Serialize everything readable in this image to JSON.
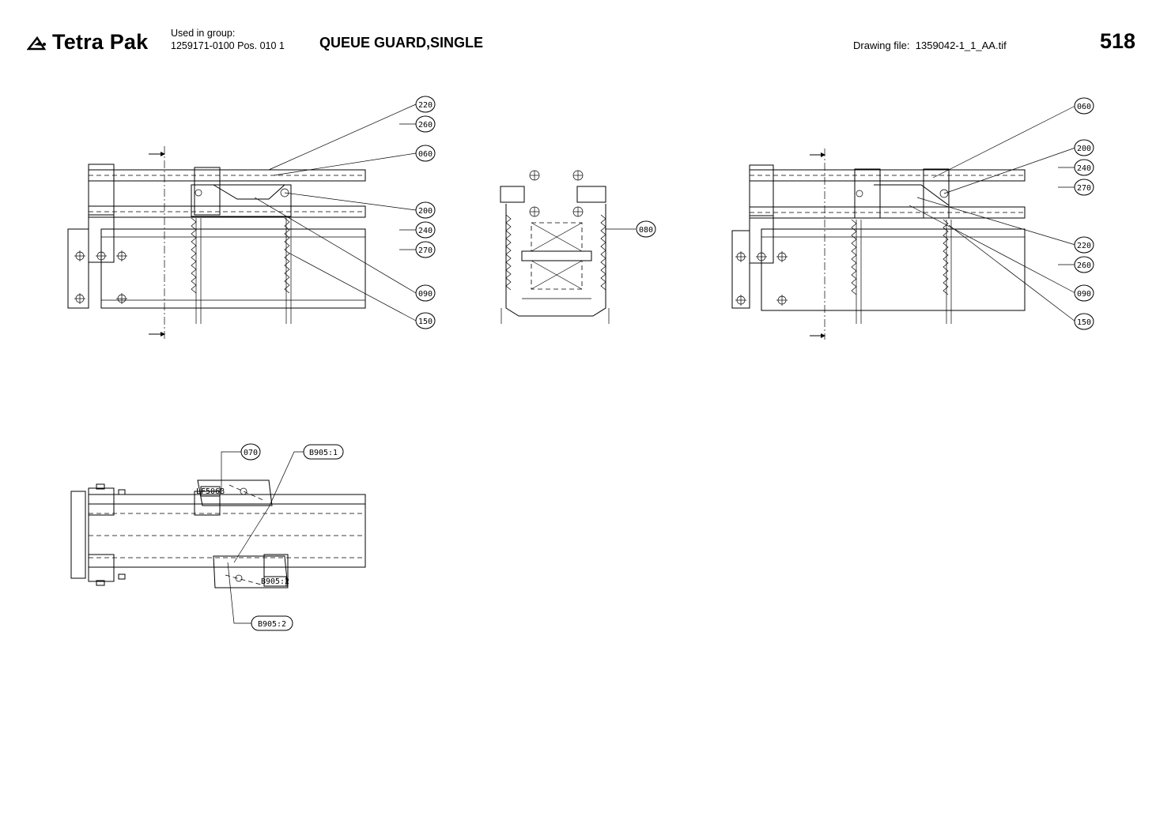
{
  "header": {
    "brand": "Tetra Pak",
    "used_in_group_label": "Used in group:",
    "used_in_group_value": "1259171-0100 Pos. 010 1",
    "title": "QUEUE GUARD,SINGLE",
    "drawing_file_label": "Drawing file:",
    "drawing_file_value": "1359042-1_1_AA.tif",
    "page_number": "518"
  },
  "views": {
    "front_left": {
      "balloons": [
        "220",
        "260",
        "060",
        "200",
        "240",
        "270",
        "090",
        "150"
      ]
    },
    "end_view": {
      "balloons": [
        "080"
      ]
    },
    "front_right": {
      "balloons": [
        "060",
        "200",
        "240",
        "270",
        "220",
        "260",
        "090",
        "150"
      ]
    },
    "top_view": {
      "balloons": [
        "070",
        "B905:1",
        "B905:2"
      ],
      "inline_labels": [
        "LF506B",
        "B905:2"
      ]
    }
  }
}
